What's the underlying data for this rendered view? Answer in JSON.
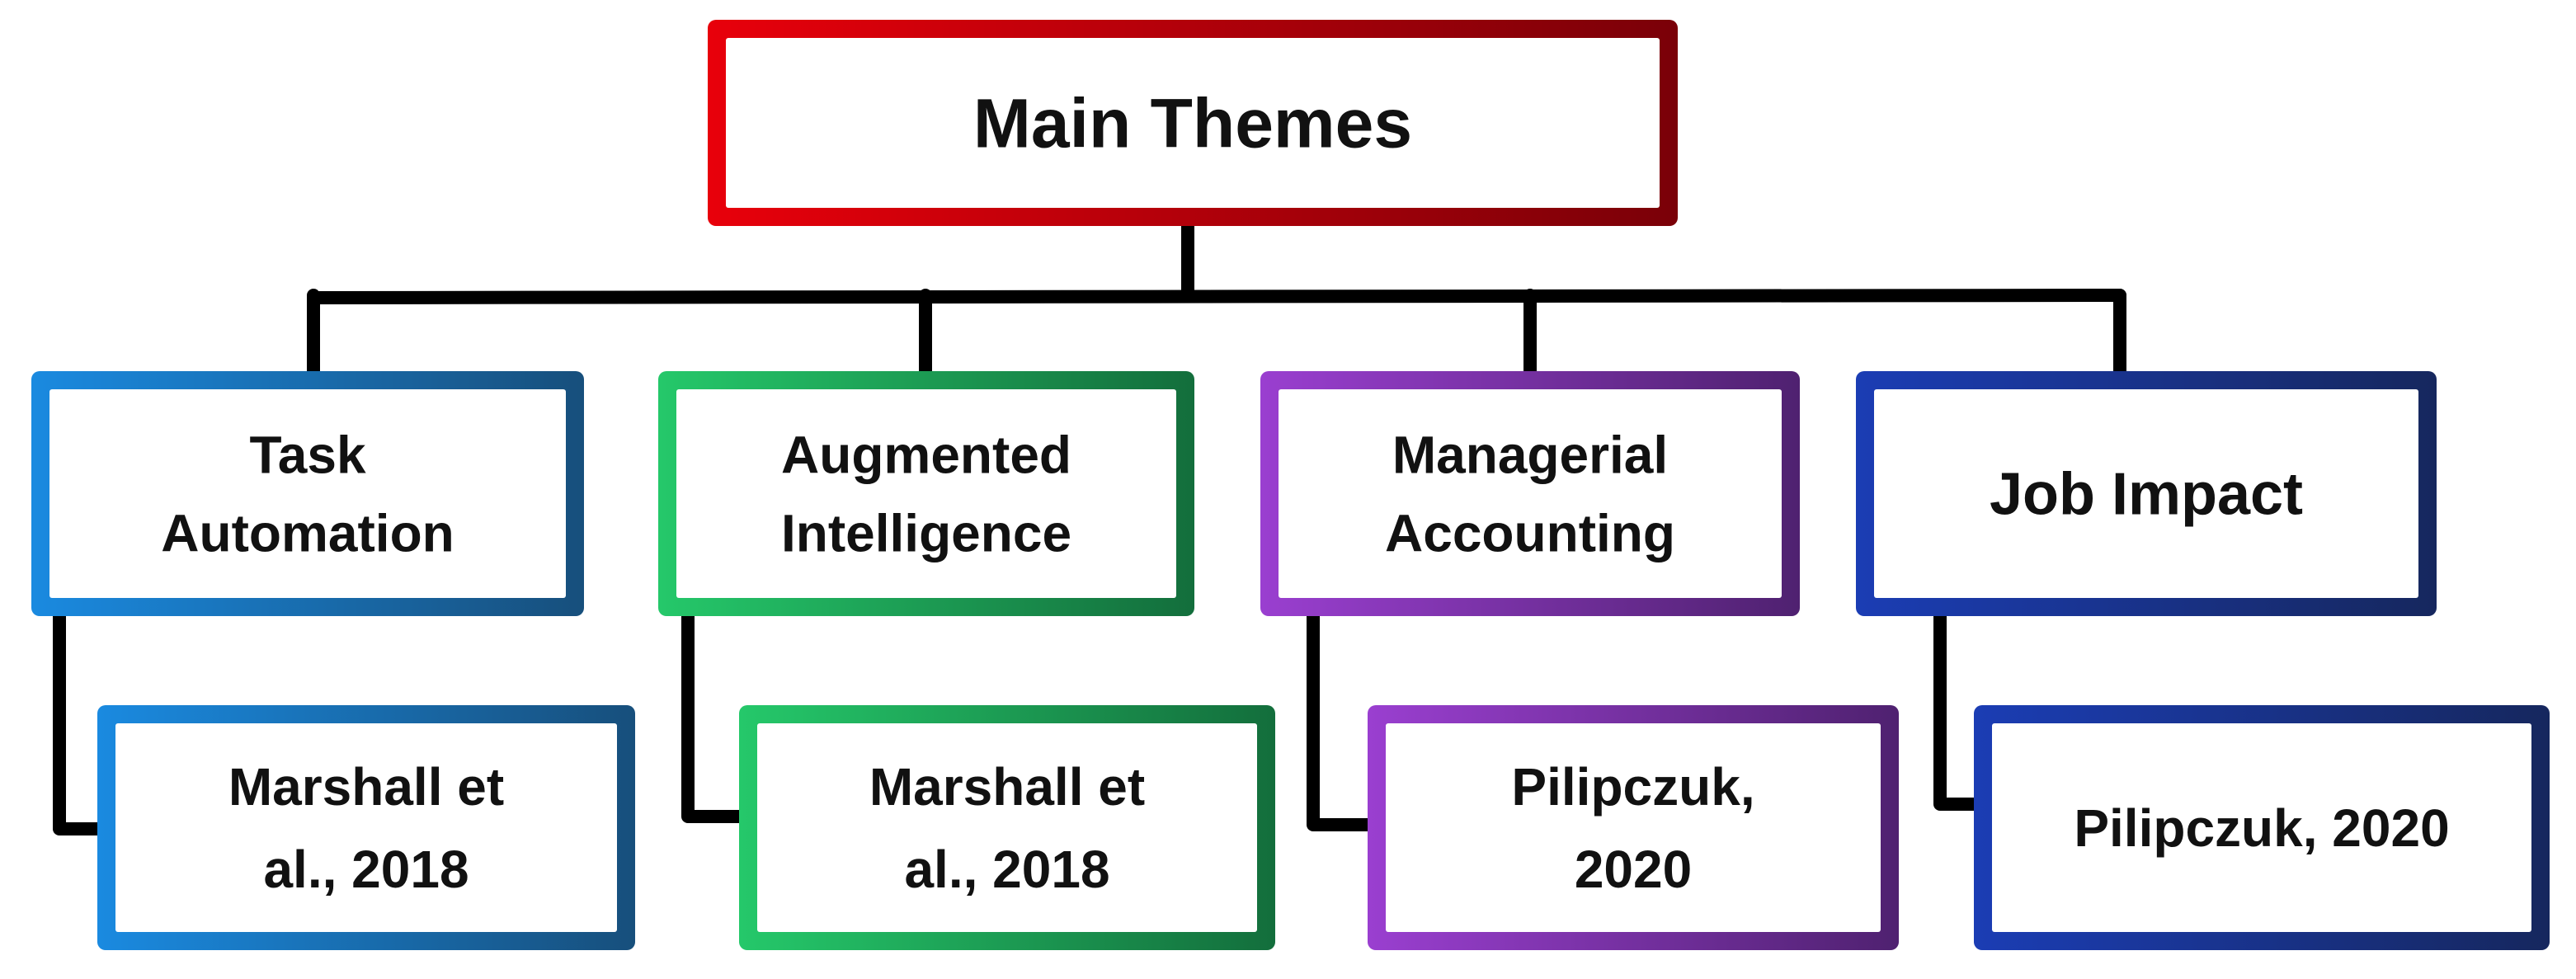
{
  "diagram": {
    "root": {
      "label": "Main Themes",
      "colors": [
        "#e8000b",
        "#7a0008"
      ]
    },
    "themes": [
      {
        "lines": [
          "Task",
          "Automation"
        ],
        "colors": [
          "#1a8ae0",
          "#174f7c"
        ],
        "source": {
          "lines": [
            "Marshall et",
            "al., 2018"
          ]
        }
      },
      {
        "lines": [
          "Augmented",
          "Intelligence"
        ],
        "colors": [
          "#25c86a",
          "#136e3c"
        ],
        "source": {
          "lines": [
            "Marshall et",
            "al., 2018"
          ]
        }
      },
      {
        "lines": [
          "Managerial",
          "Accounting"
        ],
        "colors": [
          "#9a3fd0",
          "#4f2170"
        ],
        "source": {
          "lines": [
            "Pilipczuk,",
            "2020"
          ]
        }
      },
      {
        "lines": [
          "Job Impact"
        ],
        "colors": [
          "#1b3db4",
          "#16275e"
        ],
        "source": {
          "lines": [
            "Pilipczuk, 2020"
          ]
        }
      }
    ],
    "connector_color": "#000000"
  }
}
